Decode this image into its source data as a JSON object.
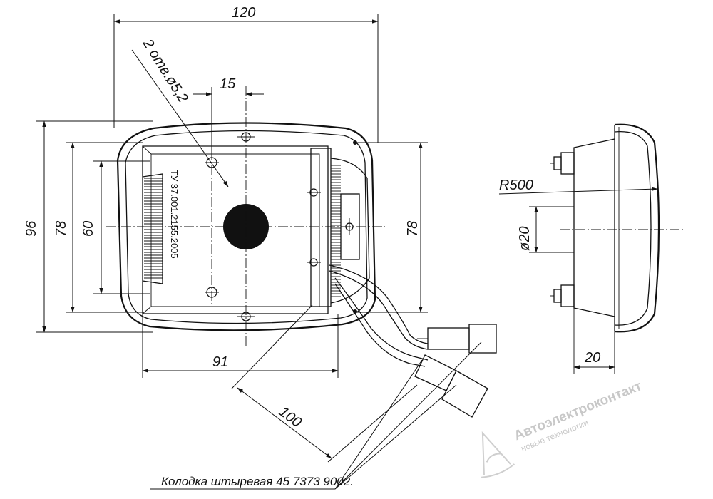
{
  "dimensions": {
    "width_total": "120",
    "holes_note": "2 отв.ø5,2",
    "hole_offset": "15",
    "height_total": "96",
    "height_inner_left": "78",
    "height_60": "60",
    "height_inner_right": "78",
    "width_91": "91",
    "cable_length": "100",
    "radius": "R500",
    "diameter": "ø20",
    "depth": "20"
  },
  "part_number": "ТУ 37.001.2155.2005",
  "connector_note": "Колодка штыревая 45 7373 9002.",
  "watermark": {
    "brand": "Автоэлектроконтакт",
    "tagline": "новые технологии",
    "color": "#c8c8c8"
  }
}
